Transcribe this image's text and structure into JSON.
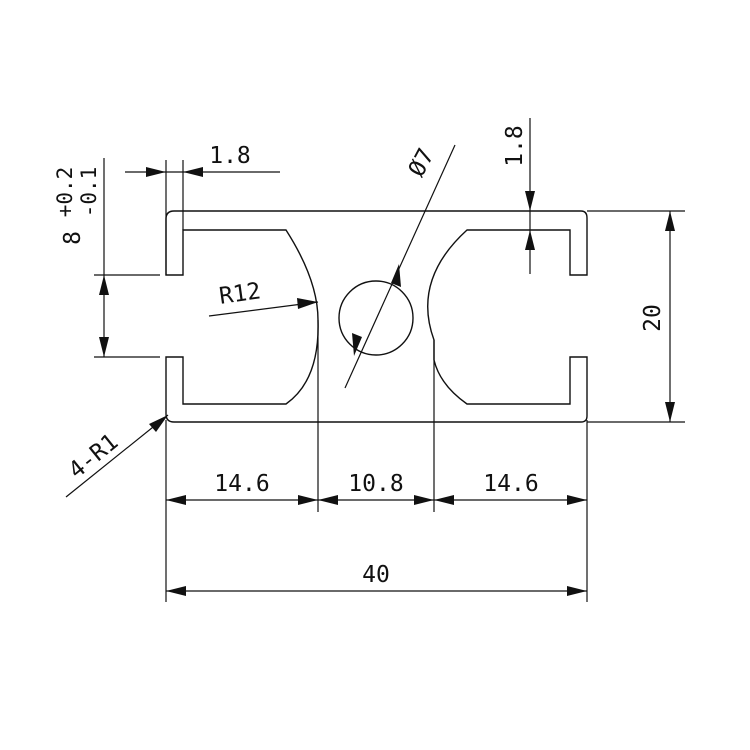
{
  "dimensions": {
    "wall_thickness_left": "1.8",
    "wall_thickness_right": "1.8",
    "slot_width": "8",
    "slot_tolerance_upper": "+0.2",
    "slot_tolerance_lower": "-0.1",
    "inner_radius": "R12",
    "hole_diameter": "Ø7",
    "corner_radius": "4-R1",
    "height": "20",
    "width_left": "14.6",
    "width_middle": "10.8",
    "width_right": "14.6",
    "total_width": "40"
  }
}
